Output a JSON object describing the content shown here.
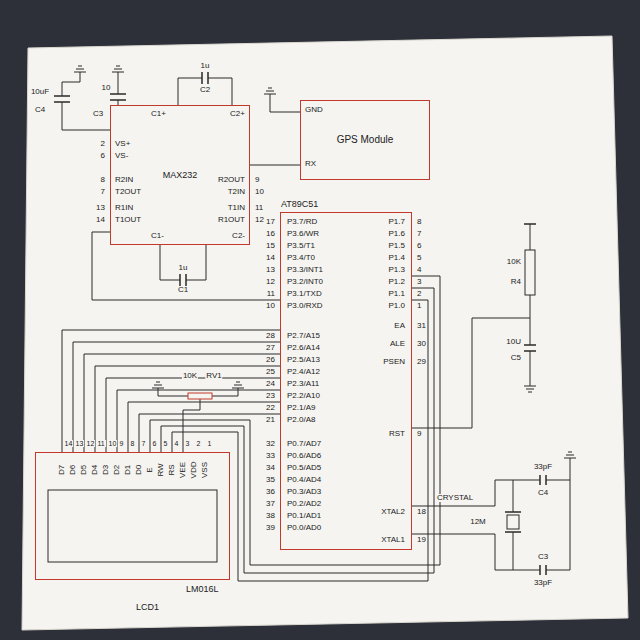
{
  "diagram": {
    "nodes": [
      {
        "text": [
          "MAX232"
        ]
      },
      {
        "text": [
          "GPS Module"
        ]
      },
      {
        "text": [
          "AT89C51"
        ]
      },
      {
        "text": [
          "LM016L",
          "LCD1"
        ]
      }
    ],
    "edges": [
      {
        "from": 1,
        "to": 0,
        "arrow": "none"
      },
      {
        "from": 0,
        "to": 2,
        "arrow": "none"
      },
      {
        "from": 2,
        "to": 3,
        "arrow": "none"
      },
      {
        "from": 3,
        "to": 2,
        "arrow": "none"
      }
    ],
    "labels": [
      "10uF",
      "C4",
      "10",
      "C3",
      "1u",
      "C2",
      "1u",
      "C1",
      "VS+",
      "2",
      "VS-",
      "6",
      "R2IN",
      "8",
      "T2OUT",
      "7",
      "R1IN",
      "13",
      "T1OUT",
      "14",
      "R2OUT",
      "9",
      "T2IN",
      "10",
      "T1IN",
      "11",
      "R1OUT",
      "12",
      "C1+",
      "C2+",
      "C1-",
      "C2-",
      "GND",
      "RX",
      "P3.7/RD",
      "17",
      "P3.6/WR",
      "16",
      "P3.5/T1",
      "15",
      "P3.4/T0",
      "14",
      "P3.3/INT1",
      "13",
      "P3.2/INT0",
      "12",
      "P3.1/TXD",
      "11",
      "P3.0/RXD",
      "10",
      "P2.7/A15",
      "28",
      "P2.6/A14",
      "27",
      "P2.5/A13",
      "26",
      "P2.4/A12",
      "25",
      "P2.3/A11",
      "24",
      "P2.2/A10",
      "23",
      "P2.1/A9",
      "22",
      "P2.0/A8",
      "21",
      "P0.7/AD7",
      "32",
      "P0.6/AD6",
      "33",
      "P0.5/AD5",
      "34",
      "P0.4/AD4",
      "35",
      "P0.3/AD3",
      "36",
      "P0.2/AD2",
      "37",
      "P0.1/AD1",
      "38",
      "P0.0/AD0",
      "39",
      "P1.7",
      "8",
      "P1.6",
      "7",
      "P1.5",
      "6",
      "P1.4",
      "5",
      "P1.3",
      "4",
      "P1.2",
      "3",
      "P1.1",
      "2",
      "P1.0",
      "1",
      "EA",
      "31",
      "ALE",
      "30",
      "PSEN",
      "29",
      "RST",
      "9",
      "XTAL2",
      "18",
      "XTAL1",
      "19",
      "10K",
      "R4",
      "10U",
      "C5",
      "CRYSTAL",
      "12M",
      "33pF",
      "C4",
      "C3",
      "33pF",
      "10K",
      "RV1",
      "D7",
      "D6",
      "D5",
      "D4",
      "D3",
      "D2",
      "D1",
      "D0",
      "E",
      "RW",
      "RS",
      "VEE",
      "VDD",
      "VSS",
      "14",
      "13",
      "12",
      "11",
      "10",
      "9",
      "8",
      "7",
      "6",
      "5",
      "4",
      "3",
      "2",
      "1"
    ]
  }
}
